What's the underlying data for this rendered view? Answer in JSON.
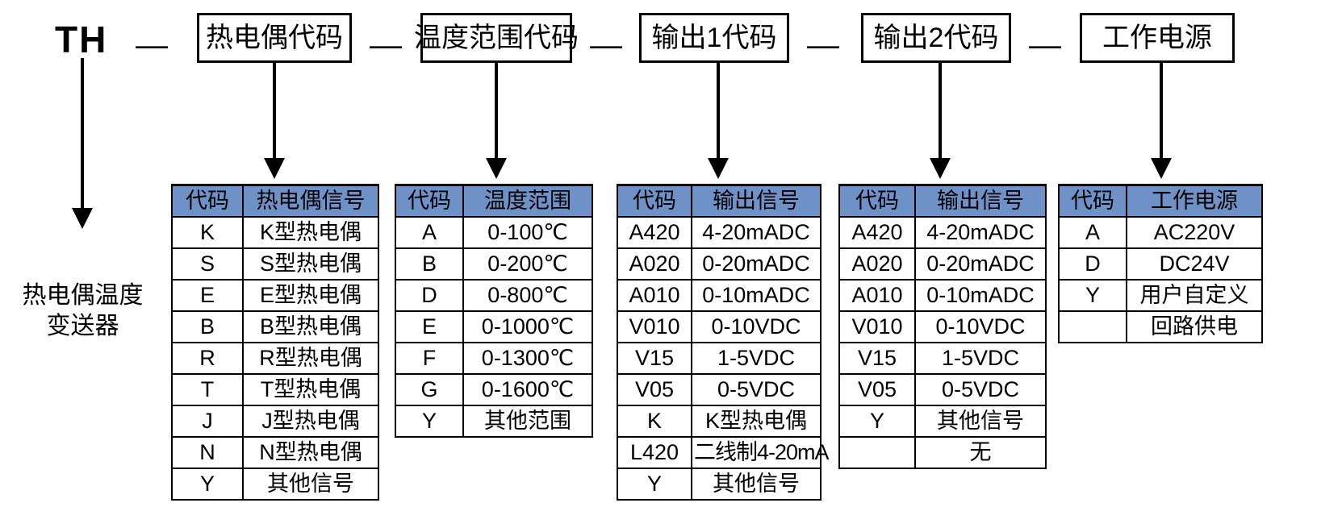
{
  "model": {
    "prefix": "TH",
    "separator": "—",
    "segments": [
      {
        "label": "热电偶代码"
      },
      {
        "label": "温度范围代码"
      },
      {
        "label": "输出1代码"
      },
      {
        "label": "输出2代码"
      },
      {
        "label": "工作电源"
      }
    ]
  },
  "product_label": {
    "line1": "热电偶温度",
    "line2": "变送器"
  },
  "colors": {
    "header_blue": "#6e92c8",
    "border": "#000000",
    "background": "#ffffff"
  },
  "tables": [
    {
      "name": "thermocouple-code-table",
      "headers": [
        "代码",
        "热电偶信号"
      ],
      "rows": [
        [
          "K",
          "K型热电偶"
        ],
        [
          "S",
          "S型热电偶"
        ],
        [
          "E",
          "E型热电偶"
        ],
        [
          "B",
          "B型热电偶"
        ],
        [
          "R",
          "R型热电偶"
        ],
        [
          "T",
          "T型热电偶"
        ],
        [
          "J",
          "J型热电偶"
        ],
        [
          "N",
          "N型热电偶"
        ],
        [
          "Y",
          "其他信号"
        ]
      ]
    },
    {
      "name": "temperature-range-table",
      "headers": [
        "代码",
        "温度范围"
      ],
      "rows": [
        [
          "A",
          "0-100℃"
        ],
        [
          "B",
          "0-200℃"
        ],
        [
          "D",
          "0-800℃"
        ],
        [
          "E",
          "0-1000℃"
        ],
        [
          "F",
          "0-1300℃"
        ],
        [
          "G",
          "0-1600℃"
        ],
        [
          "Y",
          "其他范围"
        ]
      ]
    },
    {
      "name": "output1-table",
      "headers": [
        "代码",
        "输出信号"
      ],
      "rows": [
        [
          "A420",
          "4-20mADC"
        ],
        [
          "A020",
          "0-20mADC"
        ],
        [
          "A010",
          "0-10mADC"
        ],
        [
          "V010",
          "0-10VDC"
        ],
        [
          "V15",
          "1-5VDC"
        ],
        [
          "V05",
          "0-5VDC"
        ],
        [
          "K",
          "K型热电偶"
        ],
        [
          "L420",
          "二线制4-20mA"
        ],
        [
          "Y",
          "其他信号"
        ]
      ]
    },
    {
      "name": "output2-table",
      "headers": [
        "代码",
        "输出信号"
      ],
      "rows": [
        [
          "A420",
          "4-20mADC"
        ],
        [
          "A020",
          "0-20mADC"
        ],
        [
          "A010",
          "0-10mADC"
        ],
        [
          "V010",
          "0-10VDC"
        ],
        [
          "V15",
          "1-5VDC"
        ],
        [
          "V05",
          "0-5VDC"
        ],
        [
          "Y",
          "其他信号"
        ],
        [
          "",
          "无"
        ]
      ]
    },
    {
      "name": "power-supply-table",
      "headers": [
        "代码",
        "工作电源"
      ],
      "rows": [
        [
          "A",
          "AC220V"
        ],
        [
          "D",
          "DC24V"
        ],
        [
          "Y",
          "用户自定义"
        ],
        [
          "",
          "回路供电"
        ]
      ]
    }
  ]
}
